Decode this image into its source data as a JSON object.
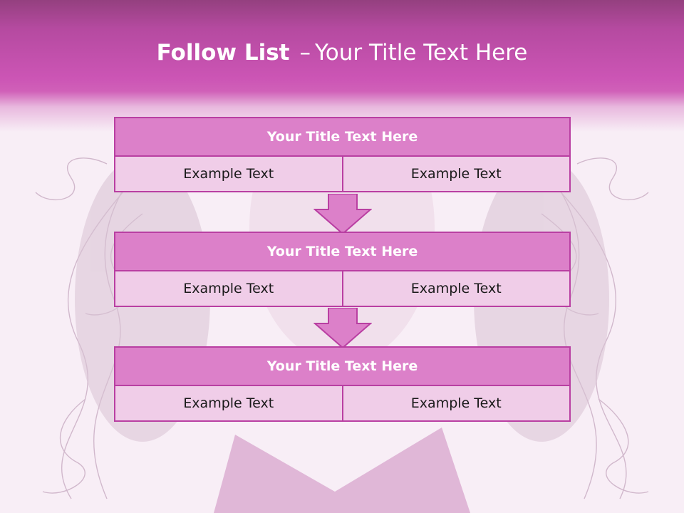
{
  "slide": {
    "title_bold": "Follow List",
    "title_sep": "–",
    "title_rest": "Your Title Text Here"
  },
  "blocks": [
    {
      "title": "Your Title Text Here",
      "left": "Example Text",
      "right": "Example Text"
    },
    {
      "title": "Your Title Text Here",
      "left": "Example Text",
      "right": "Example Text"
    },
    {
      "title": "Your Title Text Here",
      "left": "Example Text",
      "right": "Example Text"
    }
  ],
  "colors": {
    "header_top": "#94407f",
    "header_band": "#cc55b5",
    "block_header": "#dc80c9",
    "block_cell": "#f0cde8",
    "border": "#b93fa2"
  },
  "background_image": "faded-photo-of-woman-with-curly-hair"
}
